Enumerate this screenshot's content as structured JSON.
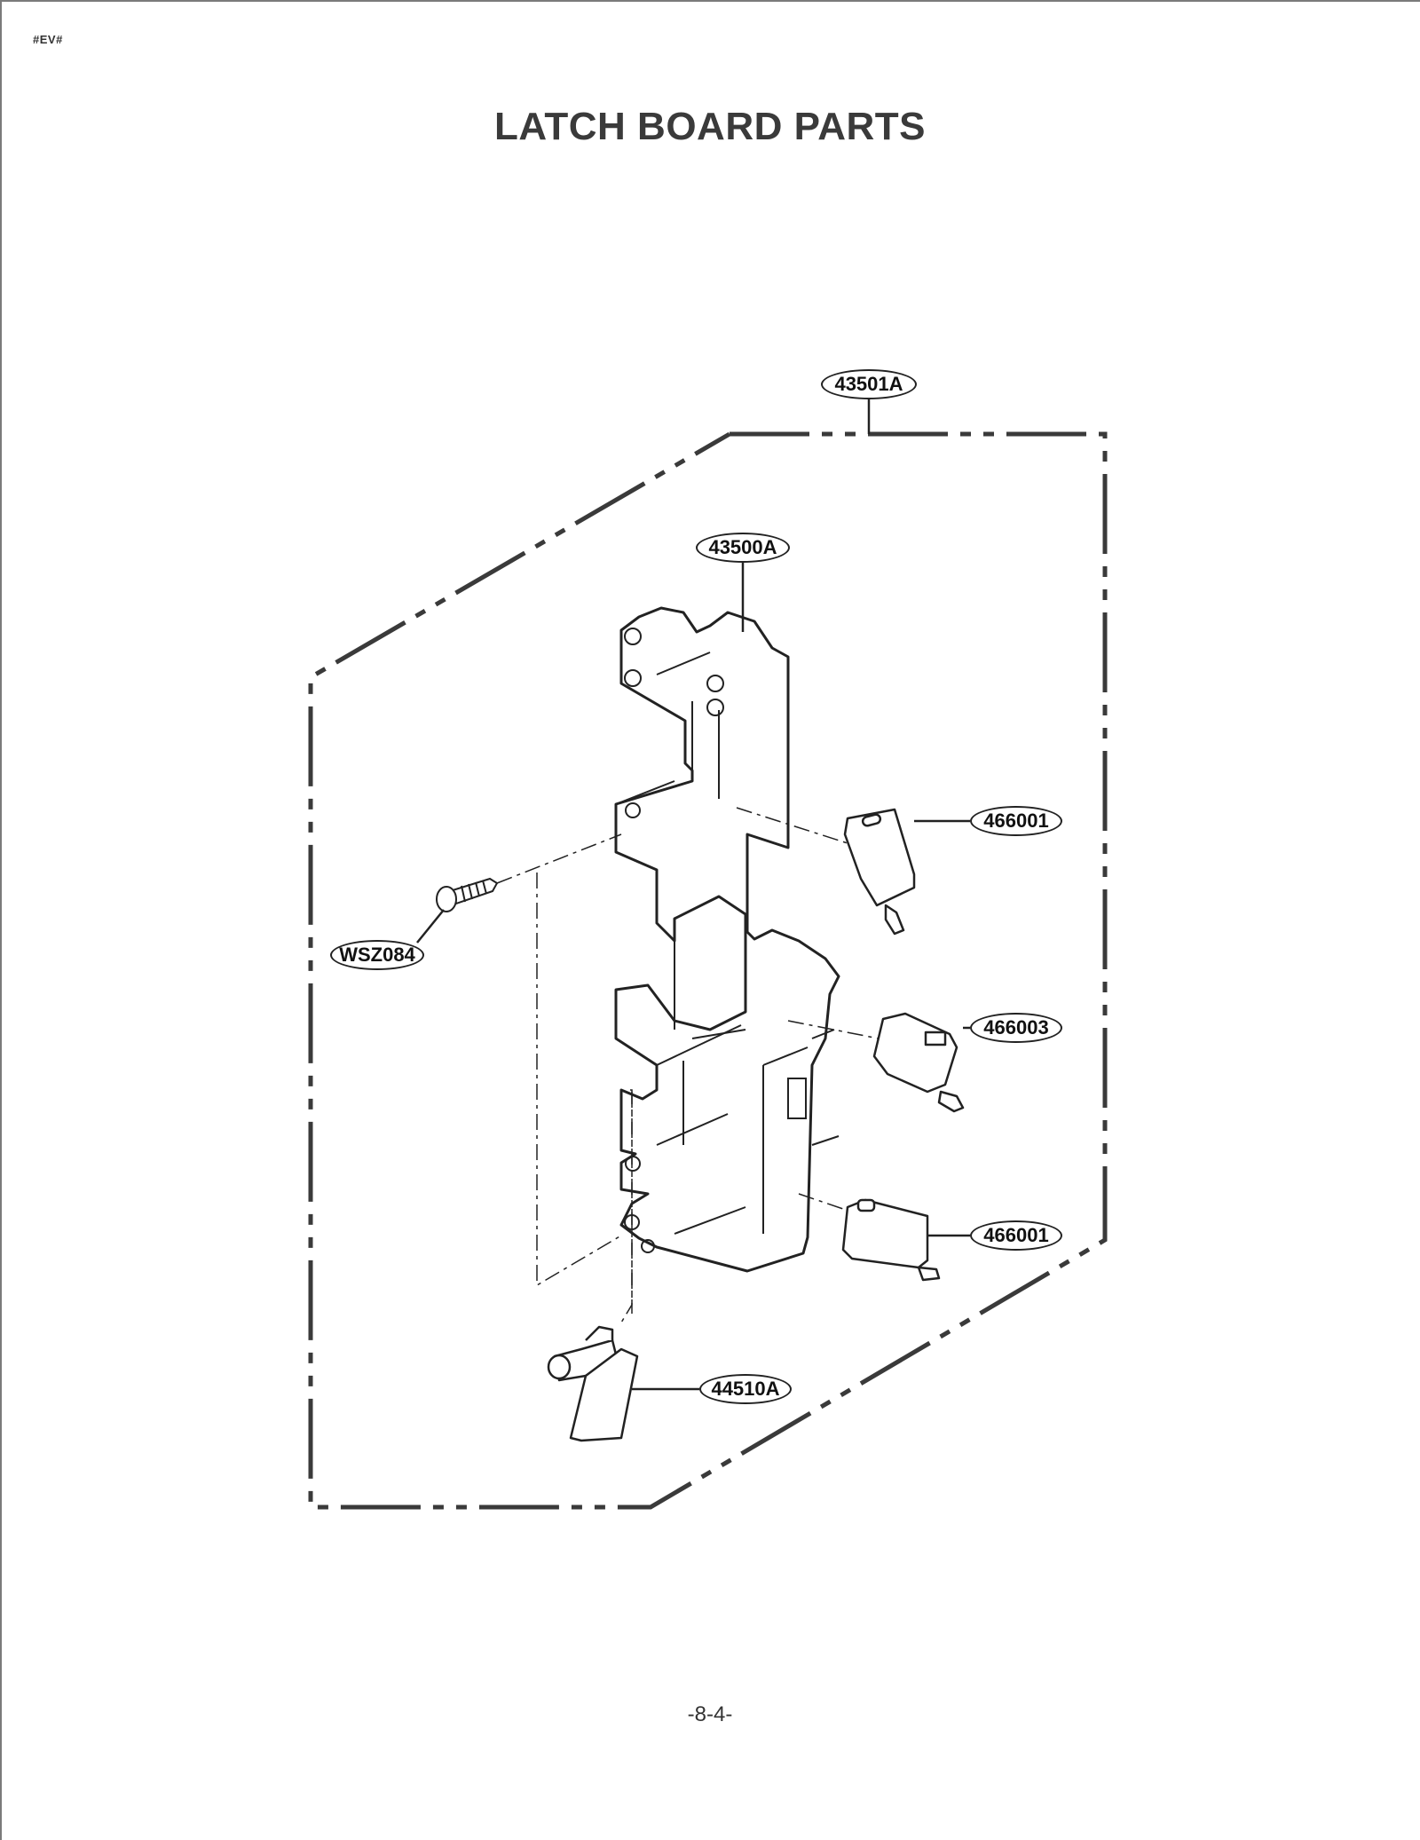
{
  "header": {
    "doc_code": "#EV#",
    "title": "LATCH BOARD PARTS"
  },
  "diagram": {
    "assembly_label": "43501A",
    "parts": [
      {
        "id": "43501A",
        "description": "latch board assembly (dash-dot frame)"
      },
      {
        "id": "43500A",
        "description": "latch board"
      },
      {
        "id": "466001",
        "description": "micro switch (upper)"
      },
      {
        "id": "WSZ084",
        "description": "screw"
      },
      {
        "id": "466003",
        "description": "micro switch (middle)"
      },
      {
        "id": "466001",
        "description": "micro switch (lower)"
      },
      {
        "id": "44510A",
        "description": "lever"
      }
    ]
  },
  "footer": {
    "page_number": "-8-4-"
  },
  "colors": {
    "text": "#333333",
    "line": "#222222",
    "frame": "#3a3a3a"
  }
}
